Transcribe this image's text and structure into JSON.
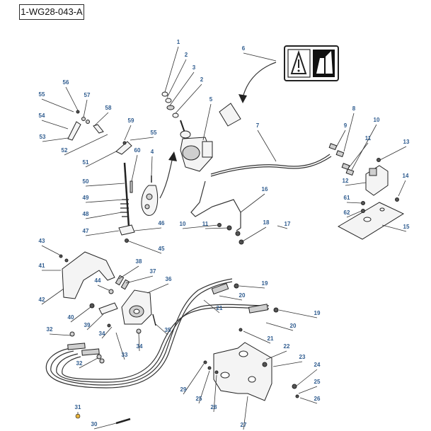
{
  "diagram": {
    "reference": "1-WG28-043-A",
    "accent_color": "#2f5c8f",
    "callouts": [
      {
        "id": "c1",
        "label": "1"
      },
      {
        "id": "c2a",
        "label": "2"
      },
      {
        "id": "c3",
        "label": "3"
      },
      {
        "id": "c2b",
        "label": "2"
      },
      {
        "id": "c5",
        "label": "5"
      },
      {
        "id": "c6",
        "label": "6"
      },
      {
        "id": "c4",
        "label": "4"
      },
      {
        "id": "c7",
        "label": "7"
      },
      {
        "id": "c8",
        "label": "8"
      },
      {
        "id": "c9",
        "label": "9"
      },
      {
        "id": "c10a",
        "label": "10"
      },
      {
        "id": "c11a",
        "label": "11"
      },
      {
        "id": "c13",
        "label": "13"
      },
      {
        "id": "c12",
        "label": "12"
      },
      {
        "id": "c14",
        "label": "14"
      },
      {
        "id": "c61",
        "label": "61"
      },
      {
        "id": "c62",
        "label": "62"
      },
      {
        "id": "c15",
        "label": "15"
      },
      {
        "id": "c16",
        "label": "16"
      },
      {
        "id": "c10b",
        "label": "10"
      },
      {
        "id": "c11b",
        "label": "11"
      },
      {
        "id": "c18",
        "label": "18"
      },
      {
        "id": "c17",
        "label": "17"
      },
      {
        "id": "c56",
        "label": "56"
      },
      {
        "id": "c57",
        "label": "57"
      },
      {
        "id": "c55a",
        "label": "55"
      },
      {
        "id": "c58",
        "label": "58"
      },
      {
        "id": "c54",
        "label": "54"
      },
      {
        "id": "c53",
        "label": "53"
      },
      {
        "id": "c59",
        "label": "59"
      },
      {
        "id": "c55b",
        "label": "55"
      },
      {
        "id": "c52",
        "label": "52"
      },
      {
        "id": "c60",
        "label": "60"
      },
      {
        "id": "c51",
        "label": "51"
      },
      {
        "id": "c50",
        "label": "50"
      },
      {
        "id": "c49",
        "label": "49"
      },
      {
        "id": "c48",
        "label": "48"
      },
      {
        "id": "c47",
        "label": "47"
      },
      {
        "id": "c46",
        "label": "46"
      },
      {
        "id": "c45",
        "label": "45"
      },
      {
        "id": "c43",
        "label": "43"
      },
      {
        "id": "c41",
        "label": "41"
      },
      {
        "id": "c42",
        "label": "42"
      },
      {
        "id": "c38",
        "label": "38"
      },
      {
        "id": "c37",
        "label": "37"
      },
      {
        "id": "c36",
        "label": "36"
      },
      {
        "id": "c44",
        "label": "44"
      },
      {
        "id": "c40",
        "label": "40"
      },
      {
        "id": "c39",
        "label": "39"
      },
      {
        "id": "c34a",
        "label": "34"
      },
      {
        "id": "c35",
        "label": "35"
      },
      {
        "id": "c34b",
        "label": "34"
      },
      {
        "id": "c33",
        "label": "33"
      },
      {
        "id": "c32a",
        "label": "32"
      },
      {
        "id": "c32b",
        "label": "32"
      },
      {
        "id": "c19a",
        "label": "19"
      },
      {
        "id": "c20a",
        "label": "20"
      },
      {
        "id": "c21a",
        "label": "21"
      },
      {
        "id": "c19b",
        "label": "19"
      },
      {
        "id": "c20b",
        "label": "20"
      },
      {
        "id": "c21b",
        "label": "21"
      },
      {
        "id": "c22",
        "label": "22"
      },
      {
        "id": "c23",
        "label": "23"
      },
      {
        "id": "c24",
        "label": "24"
      },
      {
        "id": "c25a",
        "label": "25"
      },
      {
        "id": "c26",
        "label": "26"
      },
      {
        "id": "c29",
        "label": "29"
      },
      {
        "id": "c25b",
        "label": "25"
      },
      {
        "id": "c28",
        "label": "28"
      },
      {
        "id": "c27",
        "label": "27"
      },
      {
        "id": "c31",
        "label": "31"
      },
      {
        "id": "c30",
        "label": "30"
      }
    ]
  }
}
